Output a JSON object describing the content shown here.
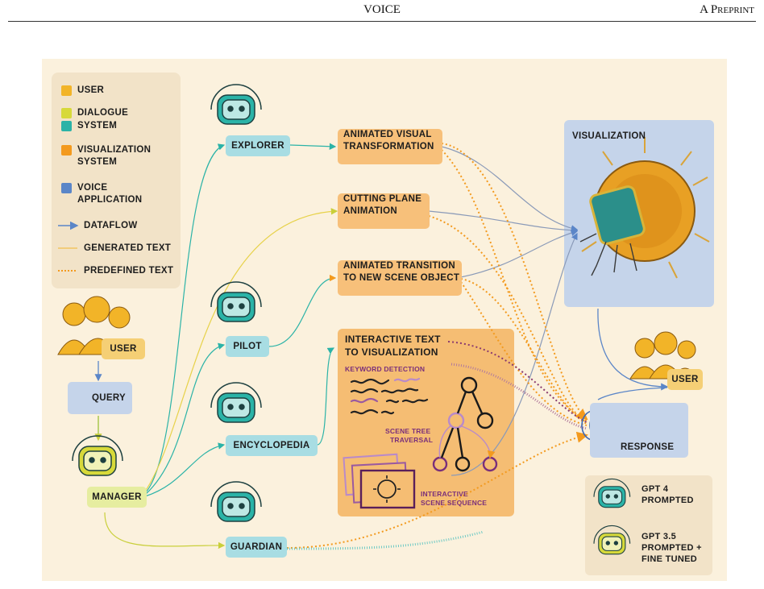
{
  "header": {
    "title": "VOICE",
    "right": "A Preprint"
  },
  "legend": {
    "items": [
      {
        "label": "USER",
        "color": "#f2b428"
      },
      {
        "label": "DIALOGUE",
        "color": "#d7d93a"
      },
      {
        "label": "SYSTEM",
        "color": "#2bb3a7"
      },
      {
        "label": "VISUALIZATION SYSTEM",
        "color": "#f39a1e"
      },
      {
        "label": "VOICE APPLICATION",
        "color": "#5b86c8"
      }
    ],
    "lines": [
      {
        "label": "DATAFLOW",
        "style": "arrow",
        "color": "#5b86c8"
      },
      {
        "label": "GENERATED TEXT",
        "style": "solid",
        "color": "#f2c560"
      },
      {
        "label": "PREDEFINED TEXT",
        "style": "dotted",
        "color": "#f39a1e"
      }
    ]
  },
  "nodes": {
    "user_top": "USER",
    "query": "QUERY",
    "manager": "MANAGER",
    "explorer": "EXPLORER",
    "pilot": "PILOT",
    "encyclopedia": "ENCYCLOPEDIA",
    "guardian": "GUARDIAN",
    "animated_visual_1": "ANIMATED VISUAL",
    "animated_visual_2": "TRANSFORMATION",
    "cutting_1": "CUTTING PLANE",
    "cutting_2": "ANIMATION",
    "transition_1": "ANIMATED TRANSITION",
    "transition_2": "TO NEW SCENE OBJECT",
    "interactive_1": "INTERACTIVE TEXT",
    "interactive_2": "TO VISUALIZATION",
    "keyword": "KEYWORD DETECTION",
    "scene_tree_1": "SCENE TREE",
    "scene_tree_2": "TRAVERSAL",
    "scene_seq_1": "INTERACTIVE",
    "scene_seq_2": "SCENE SEQUENCE",
    "visualization": "VISUALIZATION",
    "user_right": "USER",
    "response": "RESPONSE"
  },
  "models": {
    "gpt4_1": "GPT 4",
    "gpt4_2": "PROMPTED",
    "gpt35_1": "GPT 3.5",
    "gpt35_2": "PROMPTED +",
    "gpt35_3": "FINE TUNED"
  },
  "colors": {
    "teal_robot": "#2bb3a7",
    "lime_robot": "#d7d93a",
    "dataflow": "#5b86c8",
    "generated": "#f2c560",
    "predefined": "#f39a1e",
    "purple": "#7a2f7a"
  }
}
